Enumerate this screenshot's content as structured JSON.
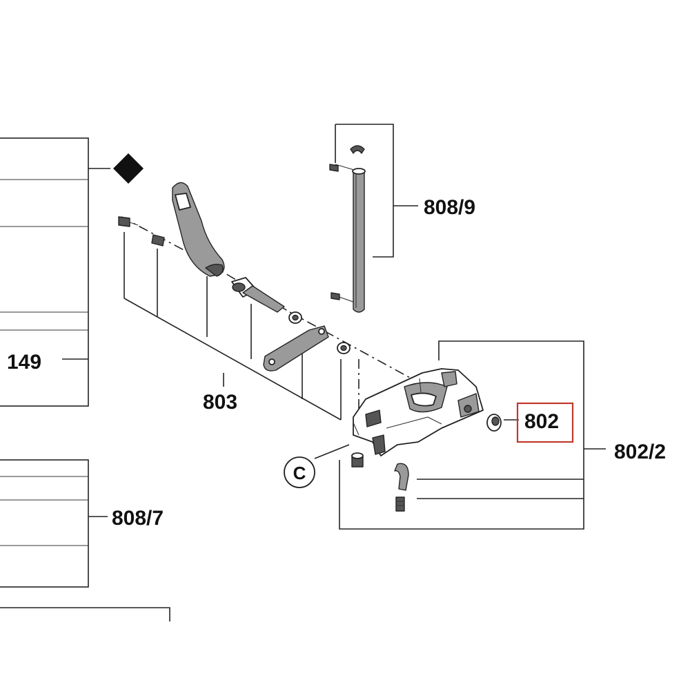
{
  "diagram": {
    "callouts": {
      "c149": "149",
      "c803": "803",
      "c808_9": "808/9",
      "c802": "802",
      "c802_2": "802/2",
      "c808_7": "808/7",
      "detail_c": "C"
    },
    "highlight_color": "#c0392b",
    "line_color": "#222222",
    "parts": [
      "diamond-marker",
      "handle-lever",
      "pin-rod",
      "column-rod",
      "link-plate",
      "clamp-housing",
      "bushing",
      "screws",
      "washers",
      "retaining-clips"
    ]
  }
}
